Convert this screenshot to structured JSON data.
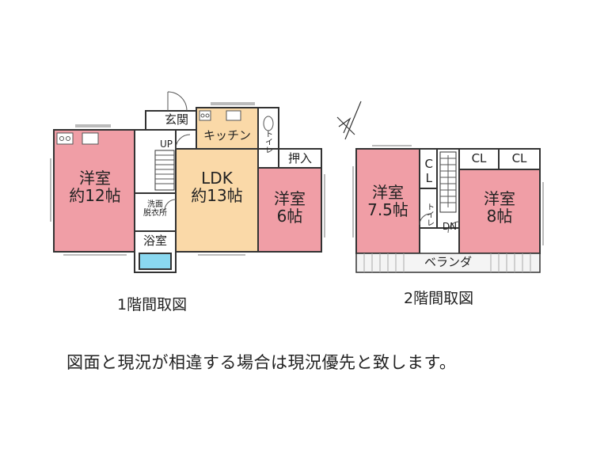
{
  "floor1": {
    "caption": "1階間取図",
    "rooms": {
      "western_left": "洋室\n約12帖",
      "ldk": "LDK\n約13帖",
      "western_right": "洋室\n6帖",
      "kitchen": "キッチン",
      "toilet": "トイレ",
      "entrance": "玄関",
      "storage": "押入",
      "washroom": "洗面\n脱衣所",
      "bath": "浴室",
      "stairs_up": "UP"
    }
  },
  "floor2": {
    "caption": "2階間取図",
    "rooms": {
      "western_left": "洋室\n7.5帖",
      "western_right": "洋室\n8帖",
      "closet_a": "CL",
      "closet_b": "CL",
      "closet_c": "CL",
      "toilet": "トイレ",
      "stairs_down": "DN",
      "balcony": "ベランダ"
    }
  },
  "notice": "図面と現況が相違する場合は現況優先と致します。",
  "colors": {
    "bedroom": "#f09ea6",
    "ldk": "#fad9a8",
    "kitchen": "#fad9a8",
    "bath": "#8ad8f0",
    "wall": "#333333",
    "closet": "#ffffff"
  }
}
